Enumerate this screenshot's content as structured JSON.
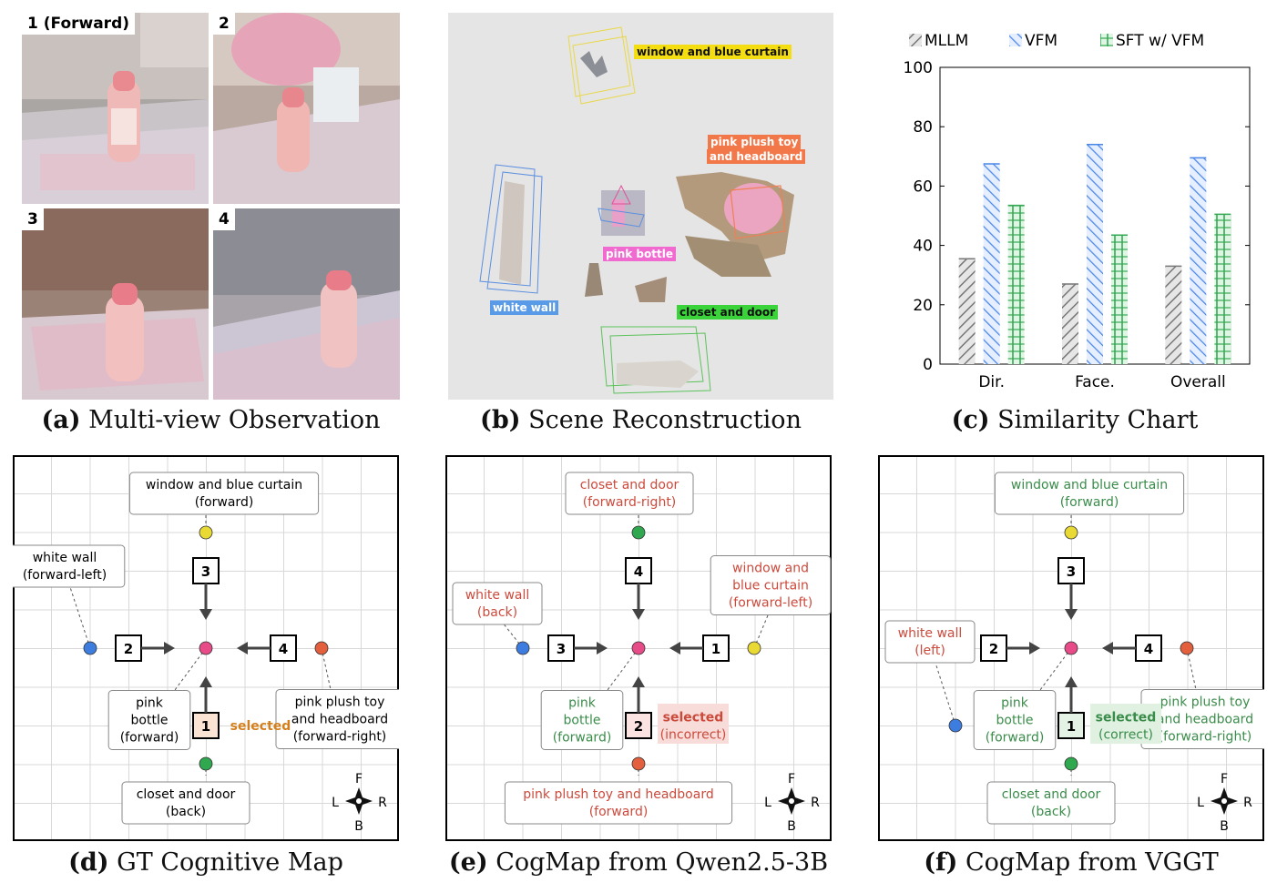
{
  "captions": {
    "a": {
      "tag": "(a)",
      "text": "Multi-view Observation"
    },
    "b": {
      "tag": "(b)",
      "text": "Scene Reconstruction"
    },
    "c": {
      "tag": "(c)",
      "text": "Similarity Chart"
    },
    "d": {
      "tag": "(d)",
      "text": "GT Cognitive Map"
    },
    "e": {
      "tag": "(e)",
      "text": "CogMap from Qwen2.5-3B"
    },
    "f": {
      "tag": "(f)",
      "text": "CogMap from VGGT"
    }
  },
  "views": [
    "1 (Forward)",
    "2",
    "3",
    "4"
  ],
  "reconstruction_labels": {
    "window": "window and blue curtain",
    "toy_line1": "pink plush toy",
    "toy_line2": "and headboard",
    "bottle": "pink bottle",
    "wall": "white wall",
    "closet": "closet and door"
  },
  "colors": {
    "mllm": "#777777",
    "vfm": "#4a86e8",
    "sft": "#34a853",
    "correct": "#3a8c4a",
    "incorrect": "#cc4a3c",
    "selected_gt": "#d47f1e"
  },
  "chart_data": {
    "type": "bar",
    "categories": [
      "Dir.",
      "Face.",
      "Overall"
    ],
    "series": [
      {
        "name": "MLLM",
        "values": [
          35.5,
          27,
          33
        ]
      },
      {
        "name": "VFM",
        "values": [
          67.5,
          74,
          69.5
        ]
      },
      {
        "name": "SFT w/ VFM",
        "values": [
          53.5,
          43.5,
          50.5
        ]
      }
    ],
    "ylim": [
      0,
      100
    ],
    "yticks": [
      0,
      20,
      40,
      60,
      80,
      100
    ],
    "legend": "top",
    "grid": false
  },
  "cogmaps": {
    "d": {
      "objects": [
        {
          "label": [
            "window and blue curtain",
            "(forward)"
          ],
          "state": "gt"
        },
        {
          "label": [
            "white wall",
            "(forward-left)"
          ],
          "state": "gt"
        },
        {
          "label": [
            "pink",
            "bottle",
            "(forward)"
          ],
          "state": "gt"
        },
        {
          "label": [
            "pink plush toy",
            "and headboard",
            "(forward-right)"
          ],
          "state": "gt"
        },
        {
          "label": [
            "closet and door",
            "(back)"
          ],
          "state": "gt"
        }
      ],
      "views": [
        "1",
        "2",
        "3",
        "4"
      ],
      "selected": [
        "selected"
      ],
      "compass": {
        "F": "F",
        "L": "L",
        "R": "R",
        "B": "B"
      }
    },
    "e": {
      "objects": [
        {
          "label": [
            "closet and door",
            "(forward-right)"
          ],
          "state": "wrong"
        },
        {
          "label": [
            "white wall",
            "(back)"
          ],
          "state": "wrong"
        },
        {
          "label": [
            "window and",
            "blue curtain",
            "(forward-left)"
          ],
          "state": "wrong"
        },
        {
          "label": [
            "pink",
            "bottle",
            "(forward)"
          ],
          "state": "right"
        },
        {
          "label": [
            "pink plush toy and headboard",
            "(forward)"
          ],
          "state": "wrong"
        }
      ],
      "views": [
        "2",
        "3",
        "4",
        "1"
      ],
      "selected": [
        "selected",
        "(incorrect)"
      ],
      "compass": {
        "F": "F",
        "L": "L",
        "R": "R",
        "B": "B"
      }
    },
    "f": {
      "objects": [
        {
          "label": [
            "window and blue curtain",
            "(forward)"
          ],
          "state": "right"
        },
        {
          "label": [
            "white wall",
            "(left)"
          ],
          "state": "wrong"
        },
        {
          "label": [
            "pink",
            "bottle",
            "(forward)"
          ],
          "state": "right"
        },
        {
          "label": [
            "pink plush toy",
            "and headboard",
            "(forward-right)"
          ],
          "state": "right"
        },
        {
          "label": [
            "closet and door",
            "(back)"
          ],
          "state": "right"
        }
      ],
      "views": [
        "1",
        "2",
        "3",
        "4"
      ],
      "selected": [
        "selected",
        "(correct)"
      ],
      "compass": {
        "F": "F",
        "L": "L",
        "R": "R",
        "B": "B"
      }
    }
  }
}
